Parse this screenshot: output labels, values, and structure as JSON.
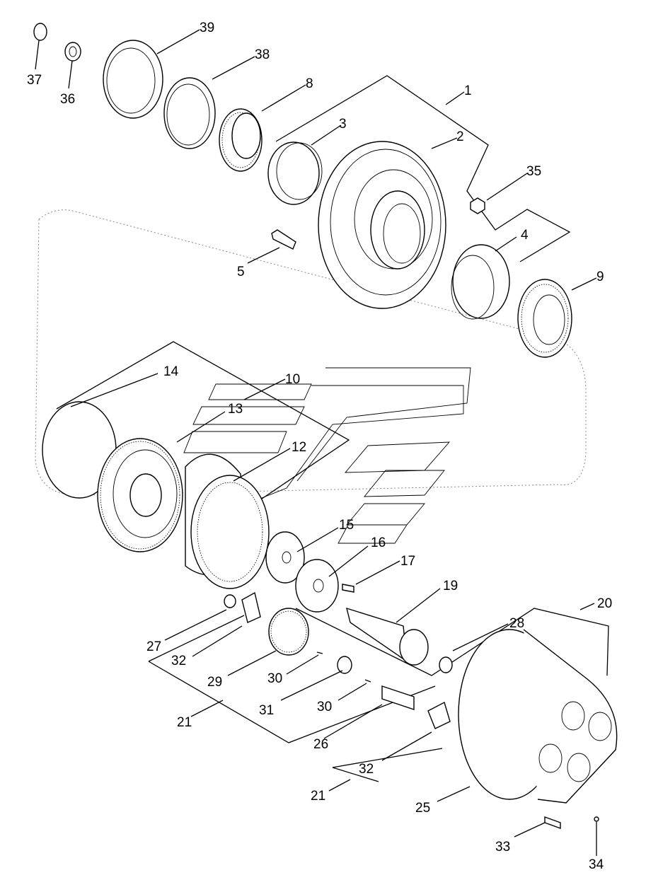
{
  "callouts": [
    {
      "id": "c1",
      "text": "1"
    },
    {
      "id": "c2",
      "text": "2"
    },
    {
      "id": "c3",
      "text": "3"
    },
    {
      "id": "c4",
      "text": "4"
    },
    {
      "id": "c5",
      "text": "5"
    },
    {
      "id": "c8",
      "text": "8"
    },
    {
      "id": "c9",
      "text": "9"
    },
    {
      "id": "c10",
      "text": "10"
    },
    {
      "id": "c12",
      "text": "12"
    },
    {
      "id": "c13",
      "text": "13"
    },
    {
      "id": "c14",
      "text": "14"
    },
    {
      "id": "c15",
      "text": "15"
    },
    {
      "id": "c16",
      "text": "16"
    },
    {
      "id": "c17",
      "text": "17"
    },
    {
      "id": "c19",
      "text": "19"
    },
    {
      "id": "c20",
      "text": "20"
    },
    {
      "id": "c21a",
      "text": "21"
    },
    {
      "id": "c21b",
      "text": "21"
    },
    {
      "id": "c25",
      "text": "25"
    },
    {
      "id": "c26",
      "text": "26"
    },
    {
      "id": "c27",
      "text": "27"
    },
    {
      "id": "c28",
      "text": "28"
    },
    {
      "id": "c29",
      "text": "29"
    },
    {
      "id": "c30a",
      "text": "30"
    },
    {
      "id": "c30b",
      "text": "30"
    },
    {
      "id": "c31",
      "text": "31"
    },
    {
      "id": "c32a",
      "text": "32"
    },
    {
      "id": "c32b",
      "text": "32"
    },
    {
      "id": "c33",
      "text": "33"
    },
    {
      "id": "c34",
      "text": "34"
    },
    {
      "id": "c35",
      "text": "35"
    },
    {
      "id": "c36",
      "text": "36"
    },
    {
      "id": "c37",
      "text": "37"
    },
    {
      "id": "c38",
      "text": "38"
    },
    {
      "id": "c39",
      "text": "39"
    }
  ]
}
